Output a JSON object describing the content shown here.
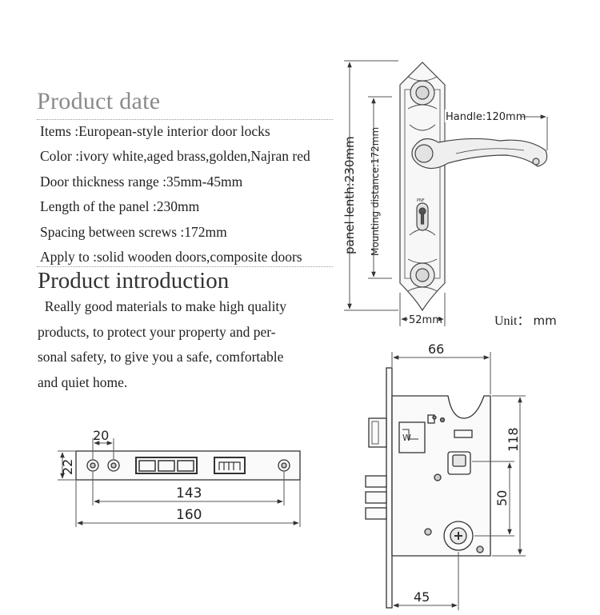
{
  "product_date": {
    "title": "Product date",
    "rows": [
      "Items :European-style interior door locks",
      "Color :ivory white,aged brass,golden,Najran red",
      "Door thickness range :35mm-45mm",
      "Length of the panel :230mm",
      "Spacing between screws :172mm",
      "Apply to :solid wooden doors,composite doors"
    ]
  },
  "product_introduction": {
    "title": "Product introduction",
    "lines": [
      "  Really good materials to make high quality",
      "products, to protect your property and per-",
      "sonal safety, to give you a safe, comfortable",
      "and quiet home."
    ]
  },
  "unit": {
    "label": "Unit：",
    "value": "mm"
  },
  "handle_drawing": {
    "panel_length": "panel lenth:230mm",
    "mounting_distance": "Mounting distance:172mm",
    "handle_length": "Handle:120mm",
    "panel_width": "52mm",
    "keyhole_mark": "PNF"
  },
  "faceplate_drawing": {
    "dim_height": "22",
    "dim_spacing": "20",
    "dim_screws": "143",
    "dim_total": "160"
  },
  "lockbody_drawing": {
    "dim_width": "66",
    "dim_height": "118",
    "dim_center": "50",
    "dim_backset": "45",
    "latch_mark": "W"
  }
}
